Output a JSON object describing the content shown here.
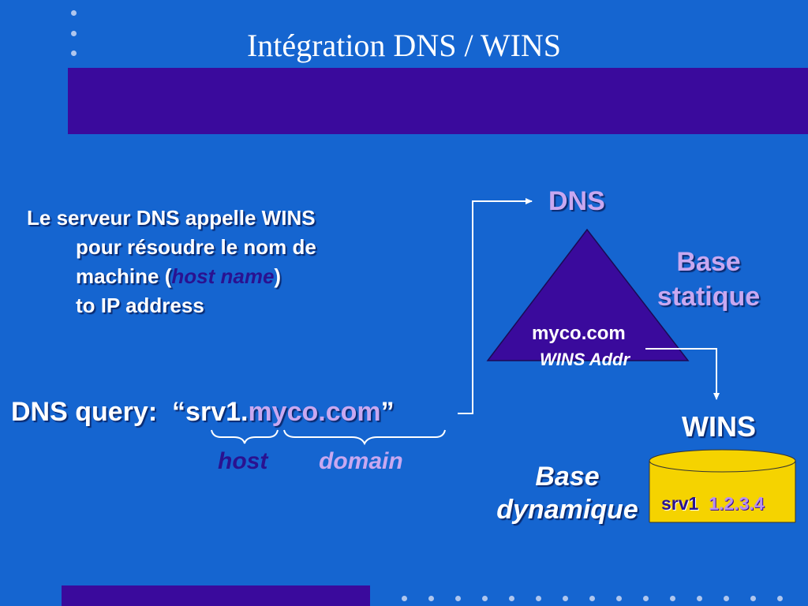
{
  "slide": {
    "title": "Intégration DNS / WINS",
    "description": {
      "line1": "Le serveur DNS appelle WINS",
      "line2": "pour résoudre le nom de",
      "line3_prefix": "machine (",
      "line3_em": "host name",
      "line3_suffix": ")",
      "line4": "to IP address"
    },
    "query": {
      "label": "DNS query:",
      "open_quote": "“srv1.",
      "domain": "myco.com",
      "close_quote": "”",
      "host_label": "host",
      "domain_label": "domain"
    },
    "dns": {
      "label": "DNS",
      "zone": "myco.com",
      "record": "WINS Addr",
      "base_line1": "Base",
      "base_line2": "statique"
    },
    "wins": {
      "label": "WINS",
      "record_name": "srv1",
      "record_ip": "1.2.3.4",
      "base_line1": "Base",
      "base_line2": "dynamique"
    },
    "colors": {
      "background": "#1565D0",
      "band": "#3A0A9C",
      "triangle": "#3A0A9C",
      "cylinder": "#F5D300",
      "lavender_text": "#C8A8F0",
      "navy_text": "#2A1290"
    }
  }
}
